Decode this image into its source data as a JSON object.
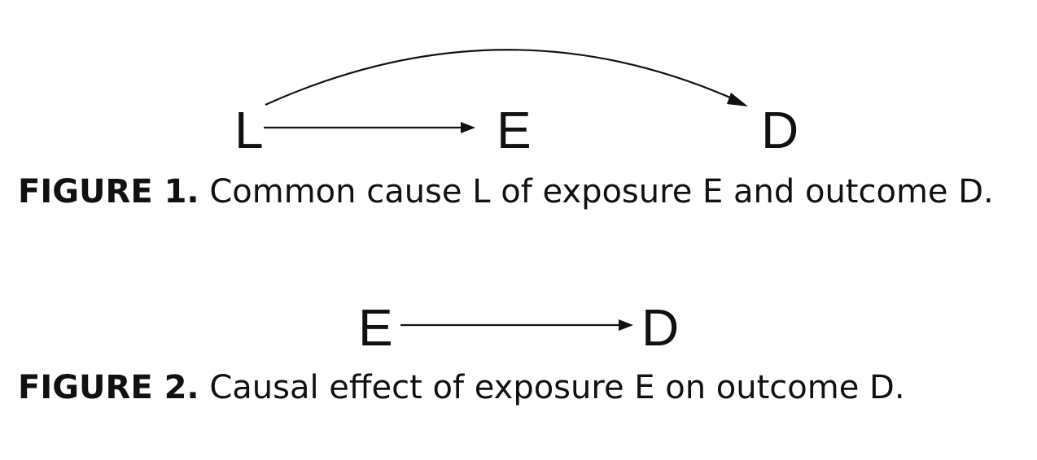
{
  "figure1": {
    "nodes": {
      "L": "L",
      "E": "E",
      "D": "D"
    },
    "caption_label": "FIGURE 1.",
    "caption_text": "Common cause L of exposure E and outcome D."
  },
  "figure2": {
    "nodes": {
      "E": "E",
      "D": "D"
    },
    "caption_label": "FIGURE 2.",
    "caption_text": "Causal effect of exposure E on outcome D."
  }
}
